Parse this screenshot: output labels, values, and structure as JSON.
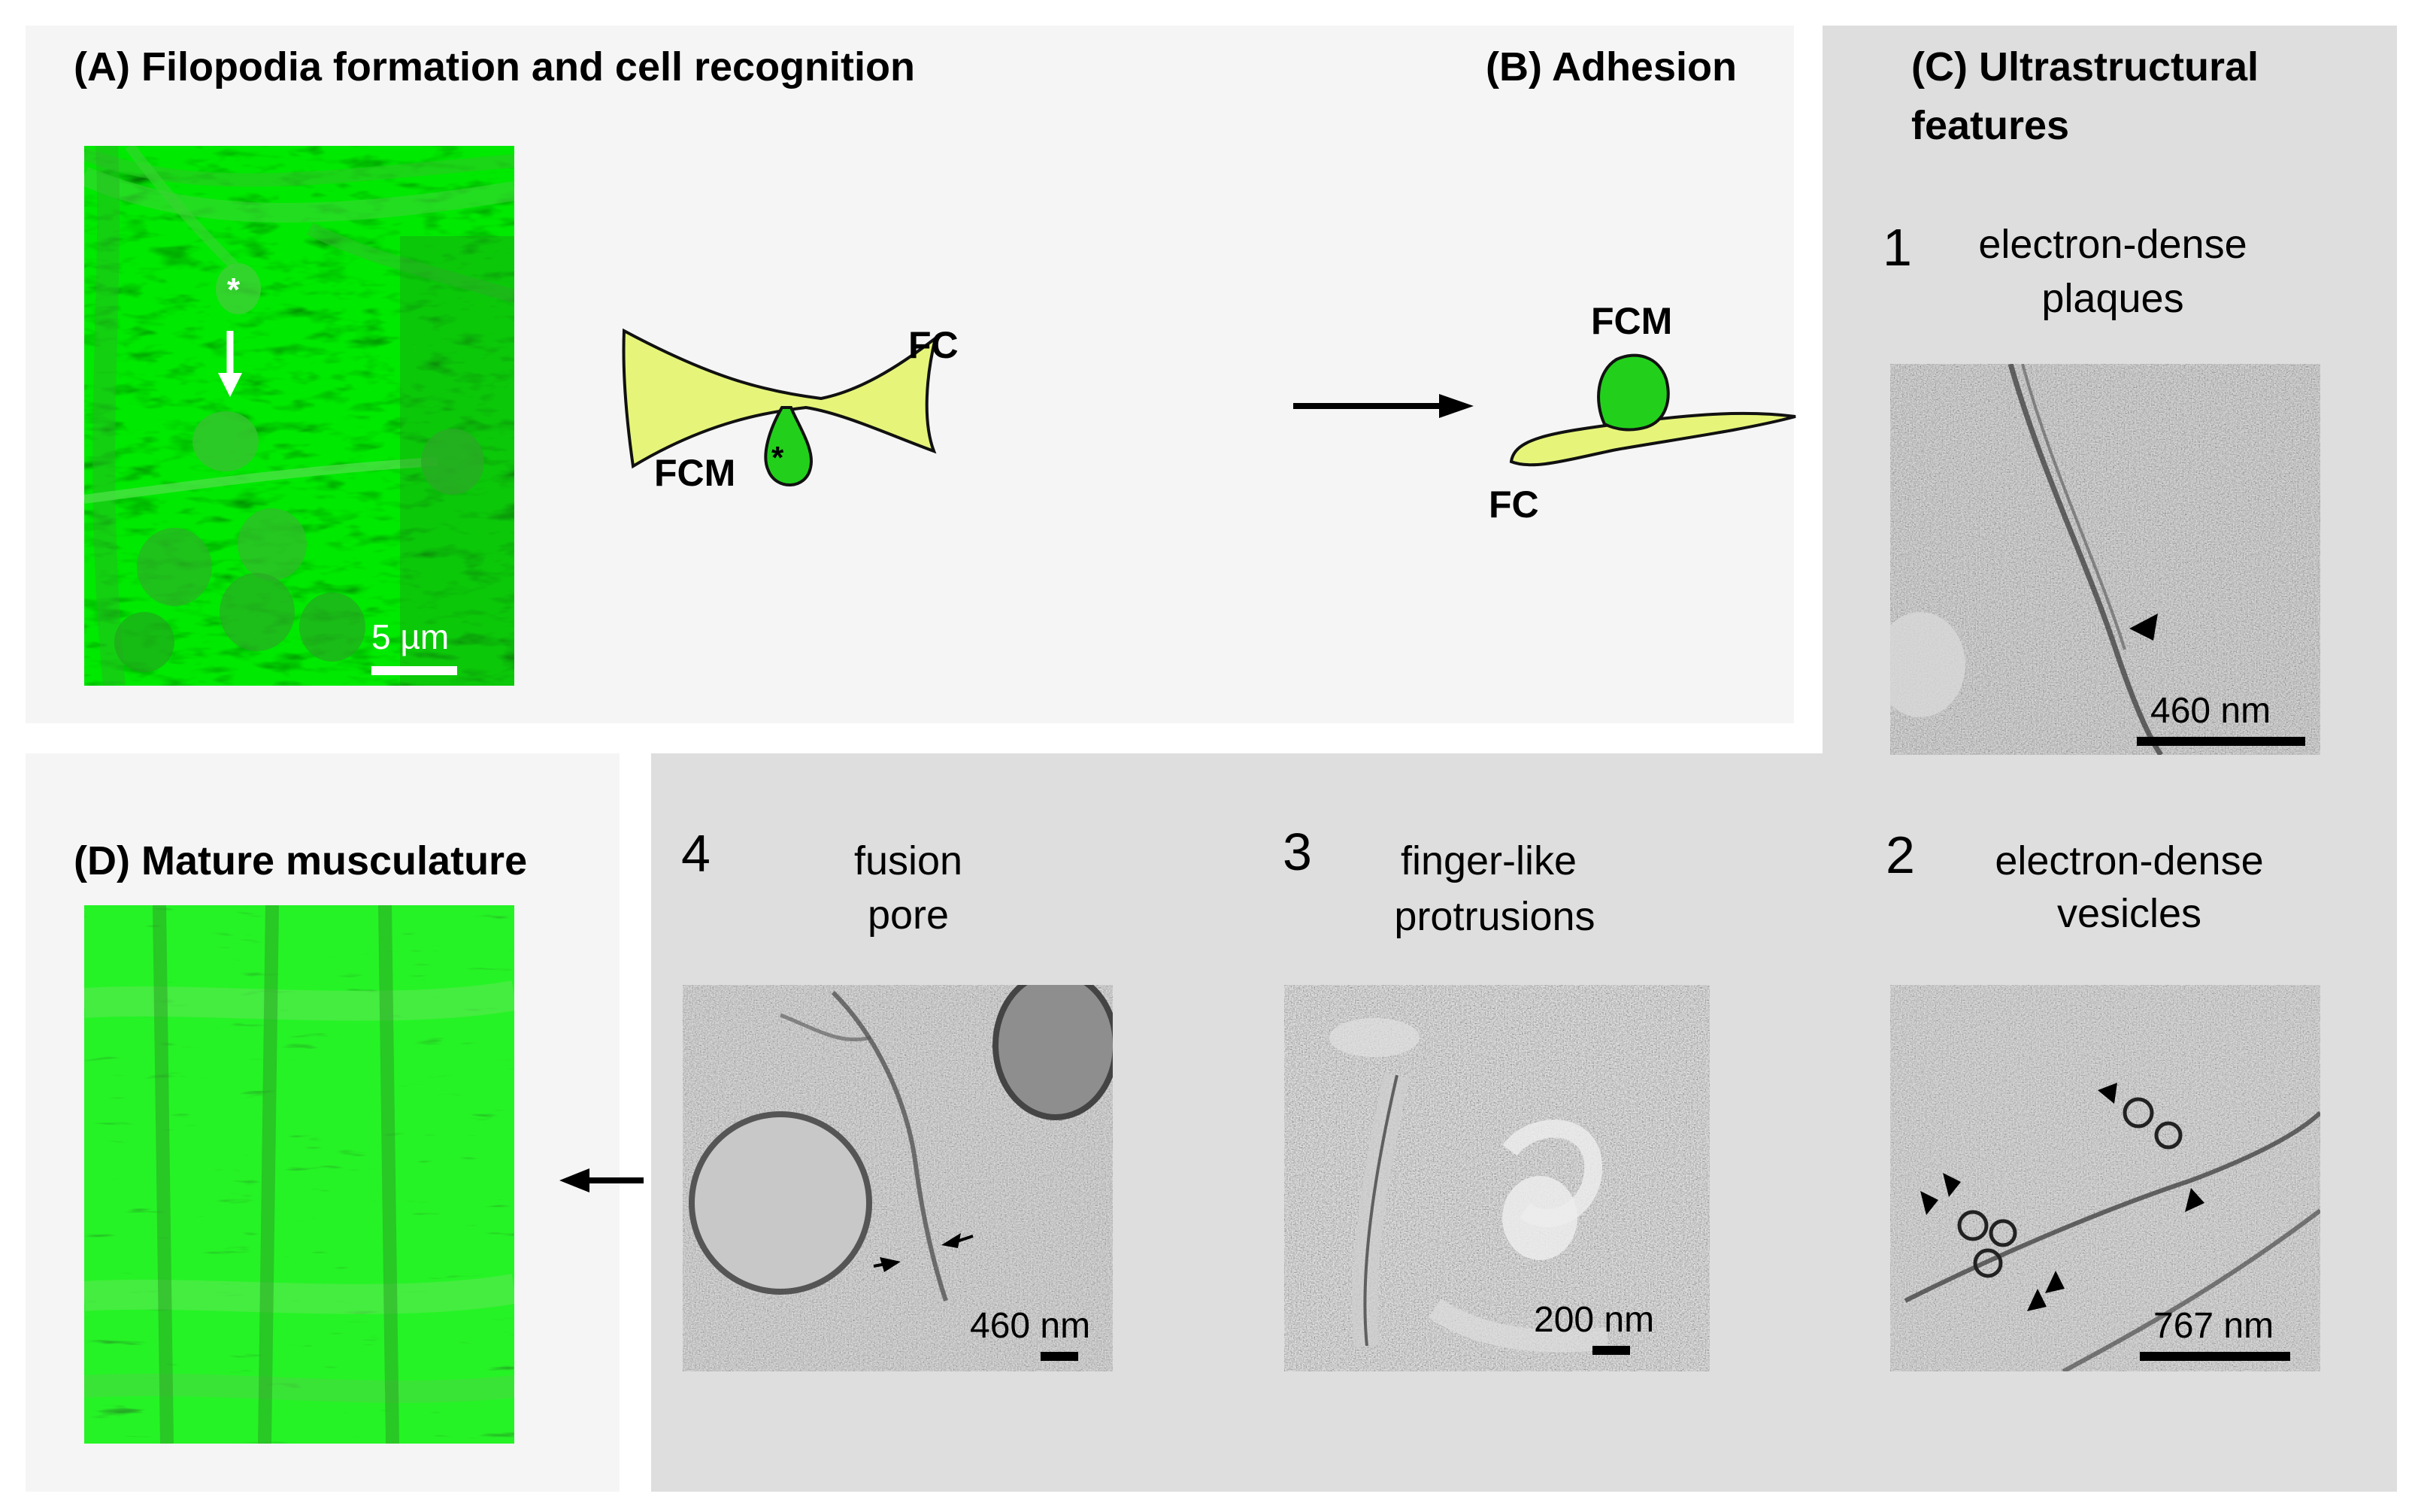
{
  "panels": {
    "a": {
      "title": "(A) Filopodia formation and cell recognition",
      "scale_bar": "5 µm",
      "asterisk": "*"
    },
    "b": {
      "title": "(B) Adhesion"
    },
    "c": {
      "title_line1": "(C) Ultrastructural",
      "title_line2": "features"
    },
    "d": {
      "title": "(D) Mature musculature"
    }
  },
  "diagram_a": {
    "fc_label": "FC",
    "fcm_label": "FCM",
    "asterisk": "*"
  },
  "diagram_b": {
    "fcm_label": "FCM",
    "fc_label": "FC"
  },
  "features": [
    {
      "number": "1",
      "line1": "electron-dense",
      "line2": "plaques",
      "scale_bar": "460 nm"
    },
    {
      "number": "2",
      "line1": "electron-dense",
      "line2": "vesicles",
      "scale_bar": "767 nm"
    },
    {
      "number": "3",
      "line1": "finger-like",
      "line2": "protrusions",
      "scale_bar": "200 nm"
    },
    {
      "number": "4",
      "line1": "fusion",
      "line2": "pore",
      "scale_bar": "460 nm"
    }
  ],
  "colors": {
    "fluorescence": "#22c41a",
    "cell_fill_light": "#e6f57a",
    "cell_fill_dark": "#22d01c"
  }
}
